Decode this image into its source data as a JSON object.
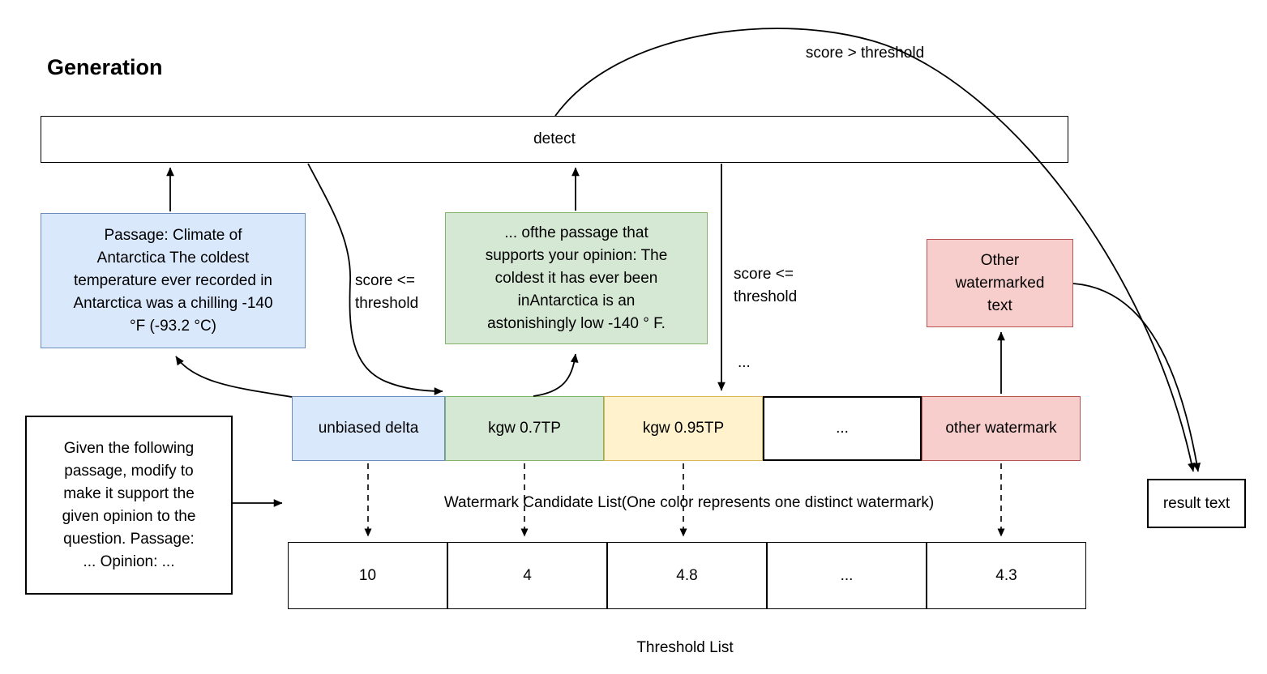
{
  "title": "Generation",
  "detect": {
    "label": "detect"
  },
  "generated_texts": {
    "unbiased_delta_passage": "Passage: Climate of\nAntarctica The coldest\ntemperature ever recorded in\nAntarctica was a chilling -140\n°F (-93.2 °C)",
    "kgw_passage": "... ofthe passage that\nsupports your opinion: The\ncoldest it has ever been\ninAntarctica is an\nastonishingly low -140 ° F.",
    "other_watermarked": "Other\nwatermarked\ntext"
  },
  "prompt": {
    "text": "Given the following\npassage, modify to\nmake it support the\ngiven opinion to the\nquestion. Passage:\n... Opinion: ..."
  },
  "watermark_candidates": [
    {
      "label": "unbiased delta",
      "color": "blue"
    },
    {
      "label": "kgw 0.7TP",
      "color": "green"
    },
    {
      "label": "kgw 0.95TP",
      "color": "yellow"
    },
    {
      "label": "...",
      "color": "white"
    },
    {
      "label": "other watermark",
      "color": "red"
    }
  ],
  "thresholds": [
    "10",
    "4",
    "4.8",
    "...",
    "4.3"
  ],
  "annotations": {
    "score_gt_threshold": "score > threshold",
    "score_le_threshold_left": "score <= threshold",
    "score_le_threshold_right": "score <= threshold",
    "ellipsis": "...",
    "candidate_list_caption": "Watermark Candidate List(One color represents one distinct watermark)",
    "threshold_list_caption": "Threshold List"
  },
  "result": {
    "label": "result text"
  },
  "colors": {
    "blue_fill": "#dae8fc",
    "blue_stroke": "#6c8ebf",
    "green_fill": "#d5e8d4",
    "green_stroke": "#82b366",
    "yellow_fill": "#fff2cc",
    "yellow_stroke": "#d6b656",
    "red_fill": "#f8cecc",
    "red_stroke": "#b85450",
    "line": "#000000",
    "background": "#ffffff"
  }
}
